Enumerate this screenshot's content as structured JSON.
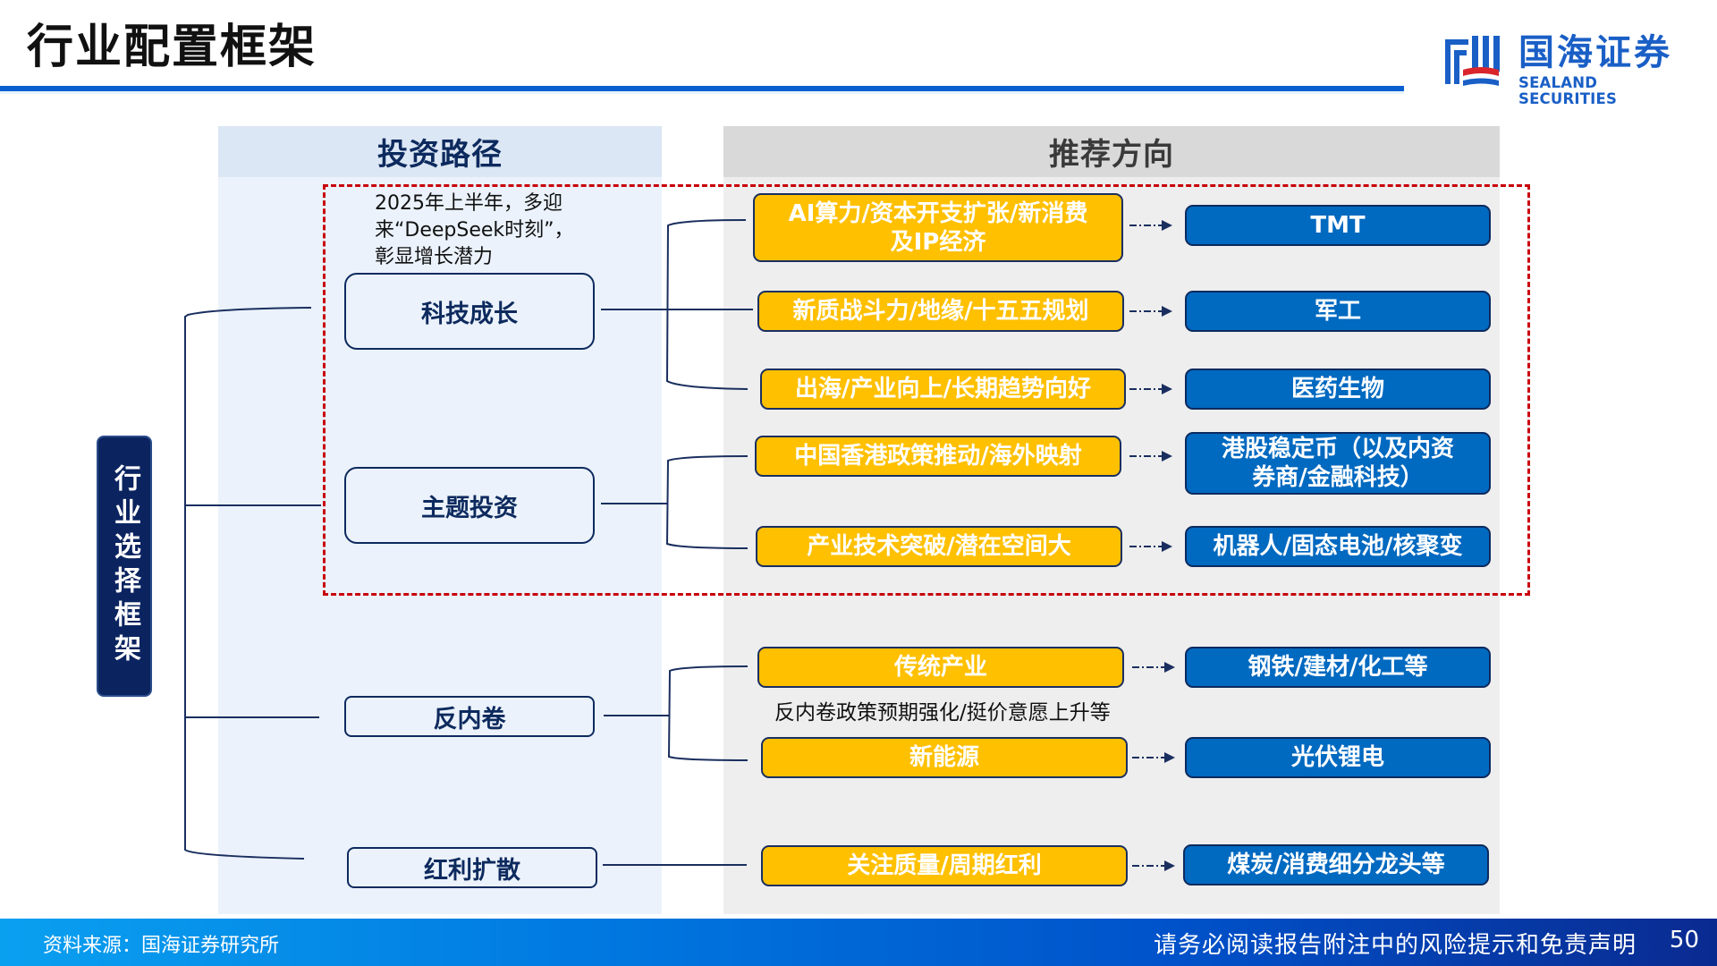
{
  "header": {
    "title": "行业配置框架",
    "logo": {
      "name_cn": "国海证券",
      "name_en": "SEALAND SECURITIES",
      "colors": {
        "blue": "#1a5fc6",
        "red": "#d9252b"
      }
    },
    "title_bar_color": "#0a5fd0"
  },
  "columns": {
    "left_header": "投资路径",
    "right_header": "推荐方向"
  },
  "framework_label": "行业选择框架",
  "paths": [
    {
      "label": "科技成长",
      "note": [
        "2025年上半年，多迎",
        "来“DeepSeek时刻”，",
        "彰显增长潜力"
      ],
      "highlighted": true,
      "branches": [
        {
          "driver": [
            "AI算力/资本开支扩张/新消费",
            "及IP经济"
          ],
          "sector": [
            "TMT"
          ]
        },
        {
          "driver": [
            "新质战斗力/地缘/十五五规划"
          ],
          "sector": [
            "军工"
          ]
        },
        {
          "driver": [
            "出海/产业向上/长期趋势向好"
          ],
          "sector": [
            "医药生物"
          ]
        }
      ]
    },
    {
      "label": "主题投资",
      "highlighted": true,
      "branches": [
        {
          "driver": [
            "中国香港政策推动/海外映射"
          ],
          "sector": [
            "港股稳定币（以及内资",
            "券商/金融科技）"
          ]
        },
        {
          "driver": [
            "产业技术突破/潜在空间大"
          ],
          "sector": [
            "机器人/固态电池/核聚变"
          ]
        }
      ]
    },
    {
      "label": "反内卷",
      "note": [
        "反内卷政策预期强化/挺价意愿上升等"
      ],
      "highlighted": false,
      "branches": [
        {
          "driver": [
            "传统产业"
          ],
          "sector": [
            "钢铁/建材/化工等"
          ]
        },
        {
          "driver": [
            "新能源"
          ],
          "sector": [
            "光伏锂电"
          ]
        }
      ]
    },
    {
      "label": "红利扩散",
      "highlighted": false,
      "branches": [
        {
          "driver": [
            "关注质量/周期红利"
          ],
          "sector": [
            "煤炭/消费细分龙头等"
          ]
        }
      ]
    }
  ],
  "colors": {
    "driver_fill": "#ffc000",
    "sector_fill": "#0069c0",
    "path_border": "#0d2a5e",
    "highlight_dash": "#c8000a",
    "label_fill": "#0b2460"
  },
  "footer": {
    "source": "资料来源：国海证券研究所",
    "disclaimer": "请务必阅读报告附注中的风险提示和免责声明",
    "page": "50"
  }
}
